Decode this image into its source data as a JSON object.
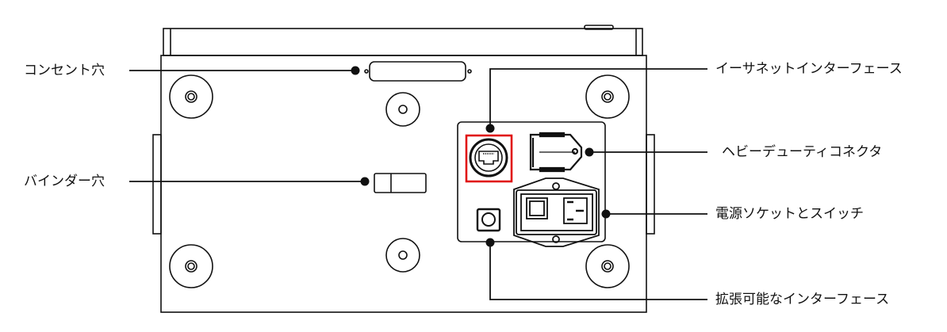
{
  "labels": {
    "outlet_hole": "コンセント穴",
    "binder_hole": "バインダー穴",
    "ethernet_interface": "イーサネットインターフェース",
    "heavy_duty_connector": "ヘビーデューティコネクタ",
    "power_socket_switch": "電源ソケットとスイッチ",
    "expansion_interface": "拡張可能なインターフェース"
  },
  "colors": {
    "line": "#111111",
    "highlight": "#e00000"
  }
}
